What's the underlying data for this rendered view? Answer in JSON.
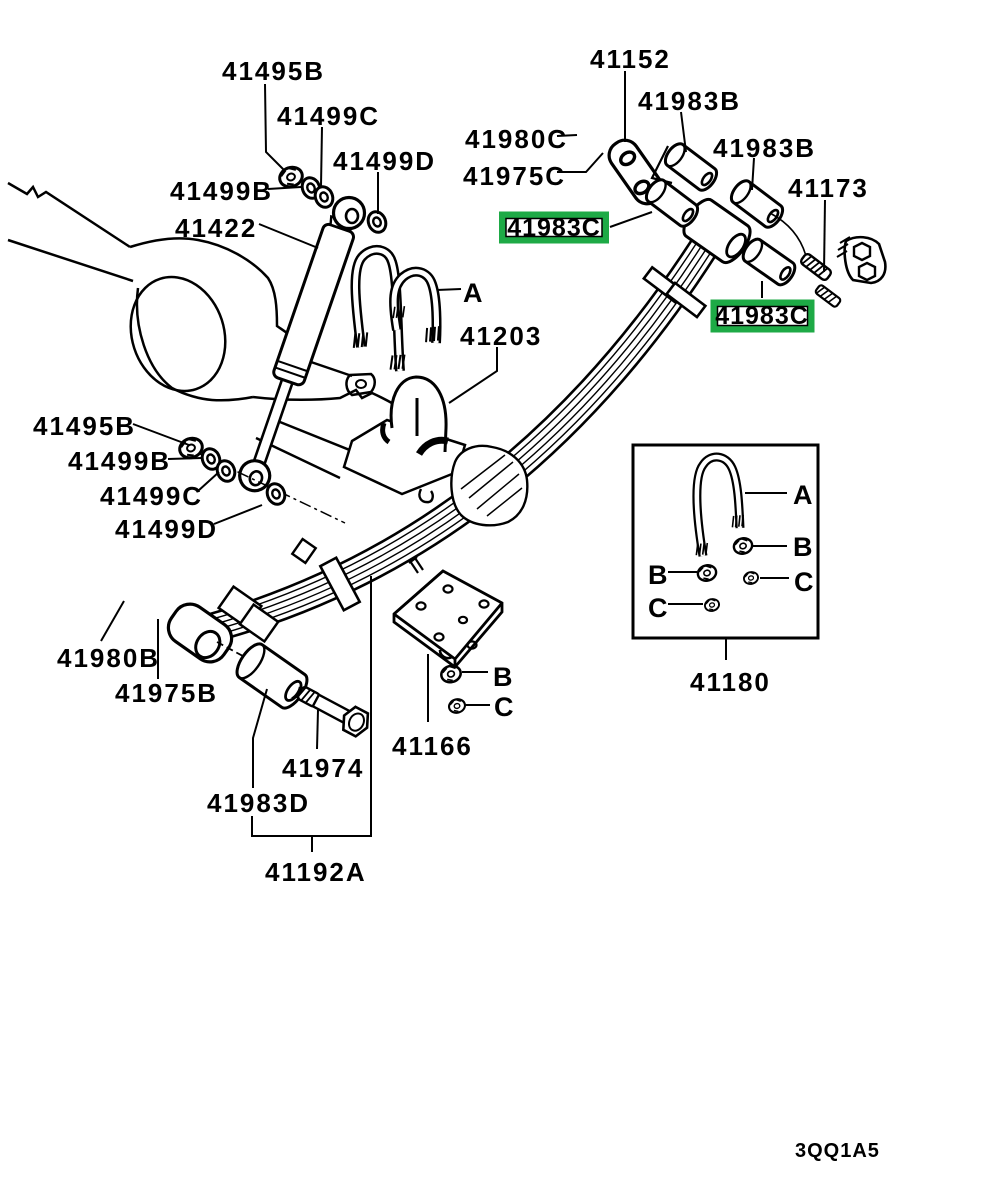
{
  "diagram": {
    "code": "3QQ1A5",
    "highlight_color": "#1EAA46",
    "line_color": "#000000",
    "background": "#FFFFFF"
  },
  "part_labels": {
    "p41495b_top": "41495B",
    "p41499c_top": "41499C",
    "p41499d_top": "41499D",
    "p41499b_top": "41499B",
    "p41422": "41422",
    "p41152": "41152",
    "p41983b_1": "41983B",
    "p41980c": "41980C",
    "p41975c": "41975C",
    "p41983b_2": "41983B",
    "p41173": "41173",
    "p41983c_1": "41983C",
    "p41983c_2": "41983C",
    "p41203": "41203",
    "p41495b_left": "41495B",
    "p41499b_left": "41499B",
    "p41499c_left": "41499C",
    "p41499d_left": "41499D",
    "p41980b": "41980B",
    "p41975b": "41975B",
    "p41974": "41974",
    "p41983d": "41983D",
    "p41192a": "41192A",
    "p41166": "41166",
    "p41180": "41180"
  },
  "ref_letters": {
    "a_main": "A",
    "b_main": "B",
    "c_main": "C",
    "a_inset": "A",
    "b_inset_right": "B",
    "c_inset_right": "C",
    "b_inset_left": "B",
    "c_inset_left": "C"
  }
}
